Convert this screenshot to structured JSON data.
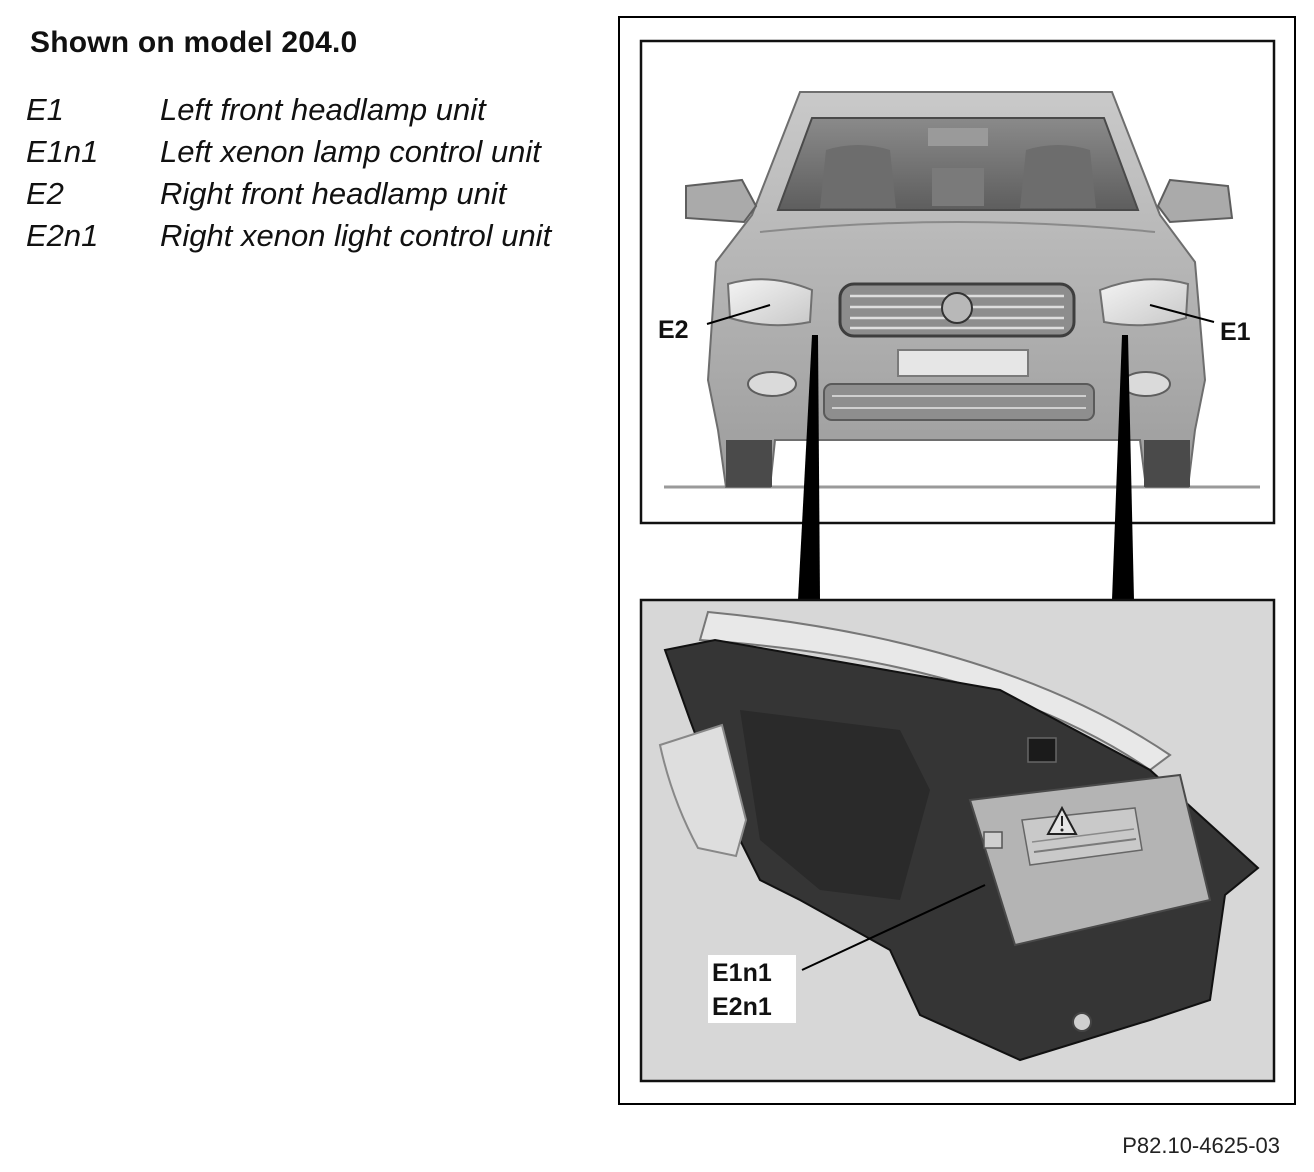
{
  "heading": "Shown on model 204.0",
  "legend": [
    {
      "code": "E1",
      "description": "Left front headlamp unit"
    },
    {
      "code": "E1n1",
      "description": "Left xenon lamp control unit"
    },
    {
      "code": "E2",
      "description": "Right front headlamp unit"
    },
    {
      "code": "E2n1",
      "description": "Right xenon light control unit"
    }
  ],
  "figure": {
    "top_callouts": {
      "right_headlamp": "E2",
      "left_headlamp": "E1"
    },
    "bottom_callouts": {
      "line1": "E1n1",
      "line2": "E2n1"
    },
    "warning_icon": "warning-triangle-icon"
  },
  "reference": "P82.10-4625-03"
}
